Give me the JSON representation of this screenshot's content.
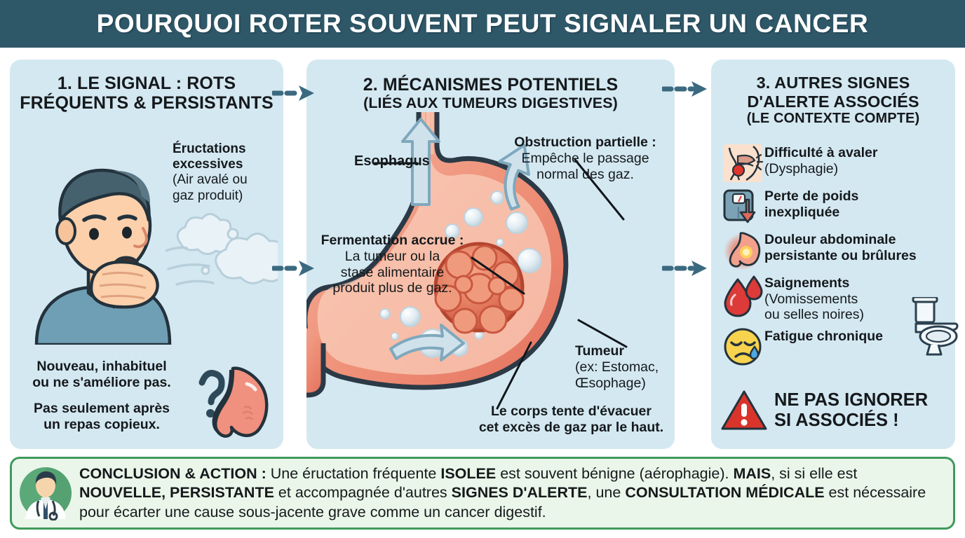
{
  "header": {
    "title": "POURQUOI ROTER SOUVENT PEUT SIGNALER UN CANCER"
  },
  "panel1": {
    "title_line1": "1. LE SIGNAL : ROTS",
    "title_line2": "FRÉQUENTS & PERSISTANTS",
    "callout": {
      "bold1": "Éructations",
      "bold2": "excessives",
      "sub1": "(Air avalé ou",
      "sub2": "gaz produit)"
    },
    "footer_line1": "Nouveau, inhabituel",
    "footer_line2": "ou ne s'améliore pas.",
    "footer_line3": "Pas seulement après",
    "footer_line4": "un repas copieux.",
    "icons": {
      "man": "man-burping-icon",
      "puff": "gas-cloud-icon",
      "stomach": "stomach-question-icon"
    }
  },
  "panel2": {
    "title_line1": "2. MÉCANISMES POTENTIELS",
    "title_line2": "(LIÉS AUX TUMEURS DIGESTIVES)",
    "label_esophagus": "Esophagus",
    "obstruction": {
      "bold": "Obstruction partielle :",
      "line1": "Empêche le passage",
      "line2": "normal des gaz."
    },
    "fermentation": {
      "bold": "Fermentation accrue :",
      "line1": "La tumeur ou la",
      "line2": "stase alimentaire",
      "line3": "produit plus de gaz."
    },
    "tumeur": {
      "bold": "Tumeur",
      "line1": "(ex: Estomac,",
      "line2": "Œsophage)"
    },
    "evacuer_line1": "Le corps tente d'évacuer",
    "evacuer_line2": "cet excès de gaz par le haut.",
    "icons": {
      "anatomy": "stomach-anatomy-diagram",
      "tumor": "tumor-mass-icon",
      "bubbles": "gas-bubbles-icon"
    }
  },
  "panel3": {
    "title_line1": "3. AUTRES SIGNES",
    "title_line2": "D'ALERTE ASSOCIÉS",
    "title_line3": "(LE CONTEXTE COMPTE)",
    "items": [
      {
        "icon": "throat-swallow-icon",
        "bold": "Difficulté à avaler",
        "sub": "(Dysphagie)"
      },
      {
        "icon": "weight-scale-down-icon",
        "bold": "Perte de poids",
        "bold2": "inexpliquée",
        "sub": ""
      },
      {
        "icon": "stomach-pain-icon",
        "bold": "Douleur abdominale",
        "bold2": "persistante ou brûlures",
        "sub": ""
      },
      {
        "icon": "blood-drop-icon",
        "bold": "Saignements",
        "sub": "(Vomissements",
        "sub2": "ou selles noires)"
      },
      {
        "icon": "tired-face-icon",
        "bold": "Fatigue chronique",
        "sub": ""
      }
    ],
    "toilet_icon": "toilet-icon",
    "alert": {
      "icon": "warning-triangle-icon",
      "line1": "NE PAS IGNORER",
      "line2": "SI ASSOCIÉS !"
    }
  },
  "footer": {
    "avatar_icon": "doctor-avatar-icon",
    "label": "CONCLUSION & ACTION :",
    "t1": " Une éructation fréquente ",
    "b1": "ISOLEE",
    "t2": " est souvent bénigne (aérophagie). ",
    "b2": "MAIS",
    "t3": ", si si elle est ",
    "b3": "NOUVELLE, PERSISTANTE",
    "t4": " et accompagnée d'autres ",
    "b4": "SIGNES D'ALERTE",
    "t5": ", une ",
    "b5": "CONSULTATION MÉDICALE",
    "t6": " est nécessaire pour écarter une cause sous-jacente grave comme un cancer digestif."
  },
  "arrows": {
    "name": "dashed-arrow-icon",
    "color": "#3b6a80"
  },
  "colors": {
    "header_bg": "#2e5768",
    "panel_bg": "#d4e8f1",
    "footer_bg": "#eaf6e9",
    "footer_border": "#3f9a5c",
    "accent_red": "#e0352b",
    "organ_pink": "#f0907e",
    "text": "#15191c"
  }
}
